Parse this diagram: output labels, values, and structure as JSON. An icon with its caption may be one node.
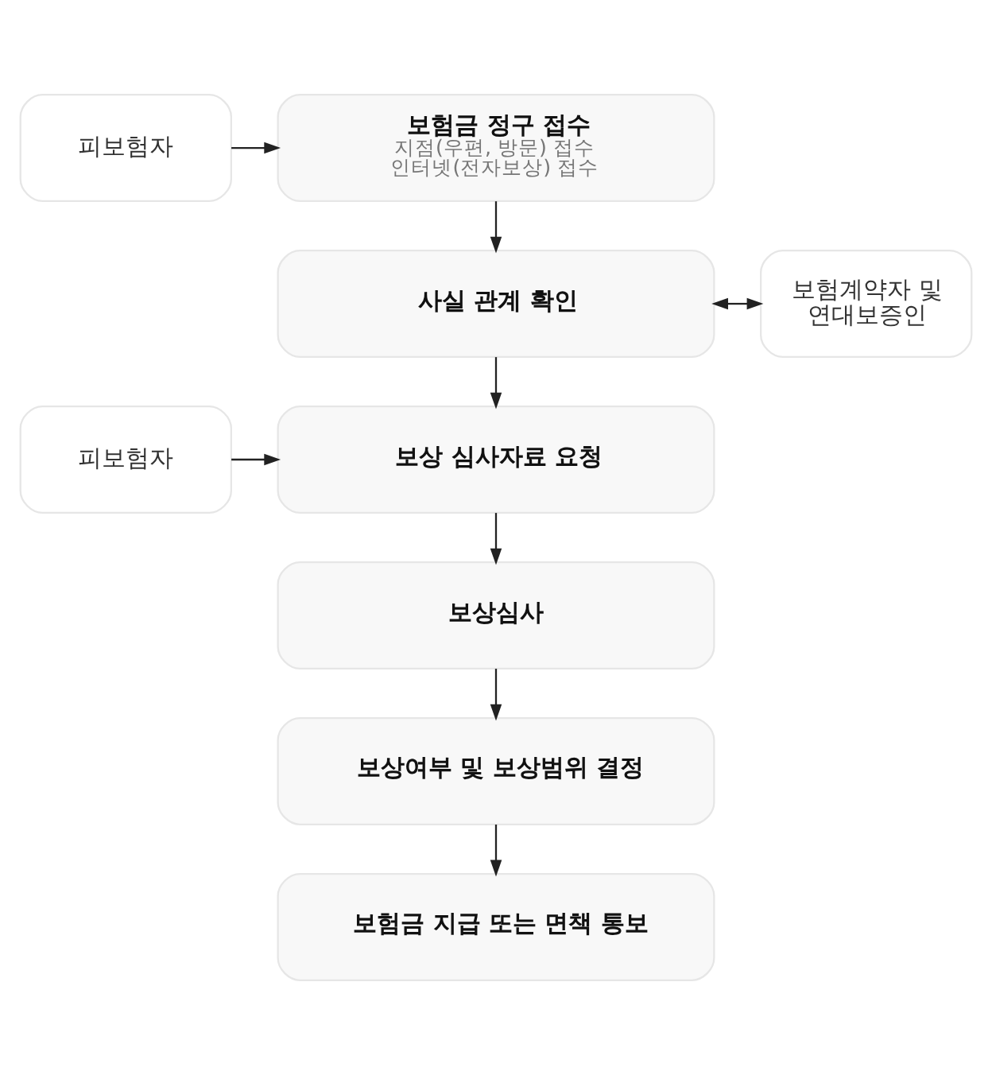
{
  "diagram": {
    "nodes": [
      {
        "text": [
          "피보험자"
        ]
      },
      {
        "text": [
          "보험금 정구 접수",
          "지점(우편, 방문) 접수",
          "인터넷(전자보상) 접수"
        ]
      },
      {
        "text": [
          "사실 관계 확인"
        ]
      },
      {
        "text": [
          "보험계약자 및 연대보증인"
        ]
      },
      {
        "text": [
          "피보험자"
        ]
      },
      {
        "text": [
          "보상 심사자료 요청"
        ]
      },
      {
        "text": [
          "보상심사"
        ]
      },
      {
        "text": [
          "보상여부 및 보상범위 결정"
        ]
      },
      {
        "text": [
          "보험금 지급 또는 면책 통보"
        ]
      }
    ],
    "edges": [
      {
        "from": 0,
        "to": 1,
        "arrow": "to"
      },
      {
        "from": 1,
        "to": 2,
        "arrow": "to"
      },
      {
        "from": 2,
        "to": 3,
        "arrow": "both"
      },
      {
        "from": 2,
        "to": 5,
        "arrow": "to"
      },
      {
        "from": 4,
        "to": 5,
        "arrow": "to"
      },
      {
        "from": 5,
        "to": 6,
        "arrow": "to"
      },
      {
        "from": 6,
        "to": 7,
        "arrow": "to"
      },
      {
        "from": 7,
        "to": 8,
        "arrow": "to"
      }
    ]
  }
}
